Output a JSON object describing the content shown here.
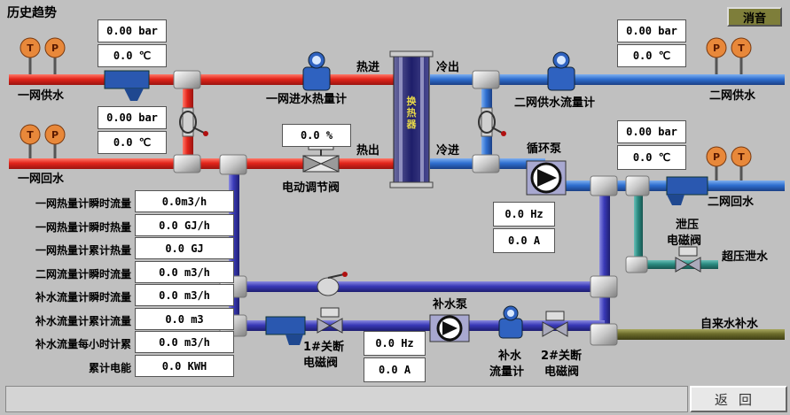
{
  "title": "历史趋势",
  "mute_button": "消音",
  "back_button": "返回",
  "readouts": {
    "supply1_pressure": "0.00 bar",
    "supply1_temp": "0.0 ℃",
    "return1_pressure": "0.00 bar",
    "return1_temp": "0.0 ℃",
    "supply2_pressure": "0.00 bar",
    "supply2_temp": "0.0 ℃",
    "return2_pressure": "0.00 bar",
    "return2_temp": "0.0 ℃",
    "valve_opening": "0.0 %",
    "circ_pump_freq": "0.0 Hz",
    "circ_pump_current": "0.0 A",
    "makeup_pump_freq": "0.0 Hz",
    "makeup_pump_current": "0.0 A"
  },
  "labels": {
    "supply1": "一网供水",
    "return1": "一网回水",
    "supply2": "二网供水",
    "return2": "二网回水",
    "heat_in_top": "热进",
    "heat_in_bottom": "热出",
    "cold_out": "冷出",
    "cold_in": "冷进",
    "heat_exchanger": "换热器",
    "meter1": "一网进水热量计",
    "meter2": "二网供水流量计",
    "circ_pump": "循环泵",
    "control_valve": "电动调节阀",
    "relief_valve_1": "泄压",
    "relief_valve_2": "电磁阀",
    "overpressure": "超压泄水",
    "tap_water": "自来水补水",
    "makeup_pump": "补水泵",
    "valve1_1": "1#关断",
    "valve1_2": "电磁阀",
    "makeup_meter_1": "补水",
    "makeup_meter_2": "流量计",
    "valve2_1": "2#关断",
    "valve2_2": "电磁阀"
  },
  "stats": [
    {
      "label": "一网热量计瞬时流量",
      "value": "0.0m3/h"
    },
    {
      "label": "一网热量计瞬时热量",
      "value": "0.0 GJ/h"
    },
    {
      "label": "一网热量计累计热量",
      "value": "0.0 GJ"
    },
    {
      "label": "二网流量计瞬时流量",
      "value": "0.0 m3/h"
    },
    {
      "label": "补水流量计瞬时流量",
      "value": "0.0 m3/h"
    },
    {
      "label": "补水流量计累计流量",
      "value": "0.0 m3"
    },
    {
      "label": "补水流量每小时计累",
      "value": "0.0 m3/h"
    },
    {
      "label": "累计电能",
      "value": "0.0 KWH"
    }
  ],
  "gauge_letters": {
    "temp": "T",
    "pressure": "P"
  },
  "colors": {
    "background": "#c0c0c0",
    "hot_pipe": "#e0302a",
    "cold_pipe": "#2f6fd0",
    "makeup_pipe": "#3a3ab8",
    "relief_pipe": "#2a8a80",
    "tap_pipe": "#6b6b2a",
    "gauge": "#e8883a",
    "exchanger": "#2a2a7a"
  }
}
